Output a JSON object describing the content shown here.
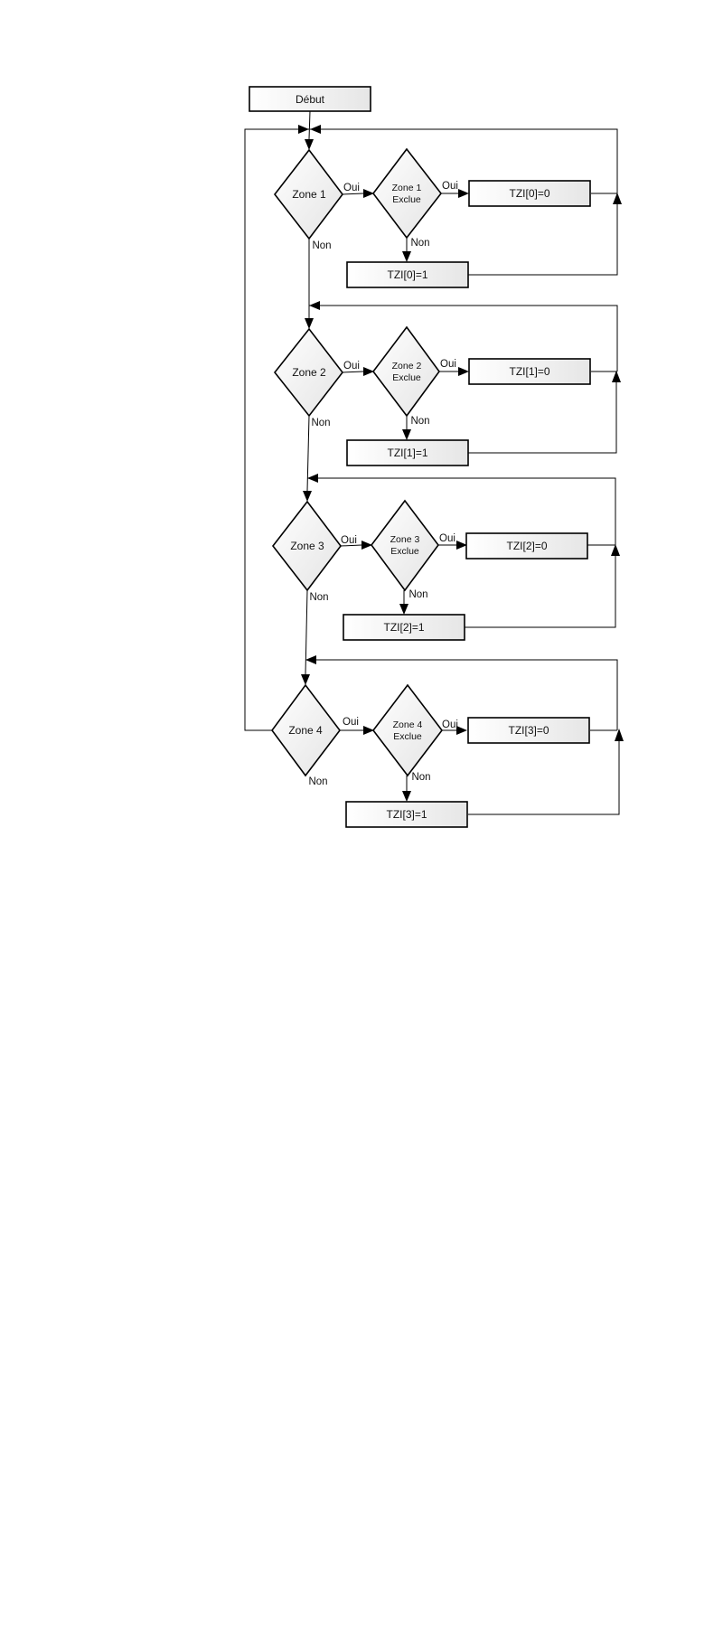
{
  "start": {
    "label": "Début"
  },
  "zones": [
    {
      "decision": "Zone 1",
      "excl_line1": "Zone 1",
      "excl_line2": "Exclue",
      "set0": "TZI[0]=0",
      "set1": "TZI[0]=1"
    },
    {
      "decision": "Zone 2",
      "excl_line1": "Zone 2",
      "excl_line2": "Exclue",
      "set0": "TZI[1]=0",
      "set1": "TZI[1]=1"
    },
    {
      "decision": "Zone 3",
      "excl_line1": "Zone 3",
      "excl_line2": "Exclue",
      "set0": "TZI[2]=0",
      "set1": "TZI[2]=1"
    },
    {
      "decision": "Zone 4",
      "excl_line1": "Zone 4",
      "excl_line2": "Exclue",
      "set0": "TZI[3]=0",
      "set1": "TZI[3]=1"
    }
  ],
  "labels": {
    "yes": "Oui",
    "no": "Non"
  },
  "colors": {
    "line": "#000000",
    "fill_light": "#ffffff",
    "fill_dark": "#e6e6e6"
  }
}
